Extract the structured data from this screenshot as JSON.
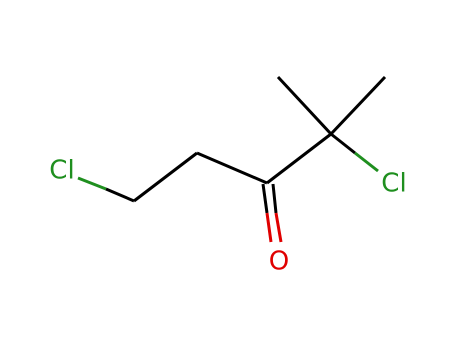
{
  "molecule": {
    "atoms": {
      "cl_left": {
        "symbol": "Cl",
        "color": "#1f8f1f"
      },
      "cl_right": {
        "symbol": "Cl",
        "color": "#1f8f1f"
      },
      "oxygen": {
        "symbol": "O",
        "color": "#e00000"
      }
    },
    "colors": {
      "bond": "#000000",
      "chlorine": "#1f8f1f",
      "oxygen": "#e00000"
    }
  }
}
